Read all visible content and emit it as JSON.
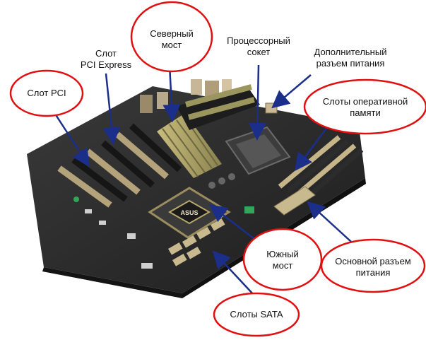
{
  "colors": {
    "callout_border": "#e01010",
    "pointer": "#1a2e8a",
    "board": "#2b2b2b",
    "heatsink": "#9b955e",
    "accent": "#b8a76a"
  },
  "labels": {
    "pci_slot": "Слот PCI",
    "pcie_slot": "Слот\nPCI Express",
    "northbridge": "Северный\nмост",
    "cpu_socket": "Процессорный\nсокет",
    "aux_power": "Дополнительный\nразъем питания",
    "ram_slots": "Слоты оперативной\nпамяти",
    "southbridge": "Южный\nмост",
    "main_power": "Основной разъем\nпитания",
    "sata_slots": "Слоты SATA"
  },
  "board": {
    "logo_text": "ASUS"
  }
}
